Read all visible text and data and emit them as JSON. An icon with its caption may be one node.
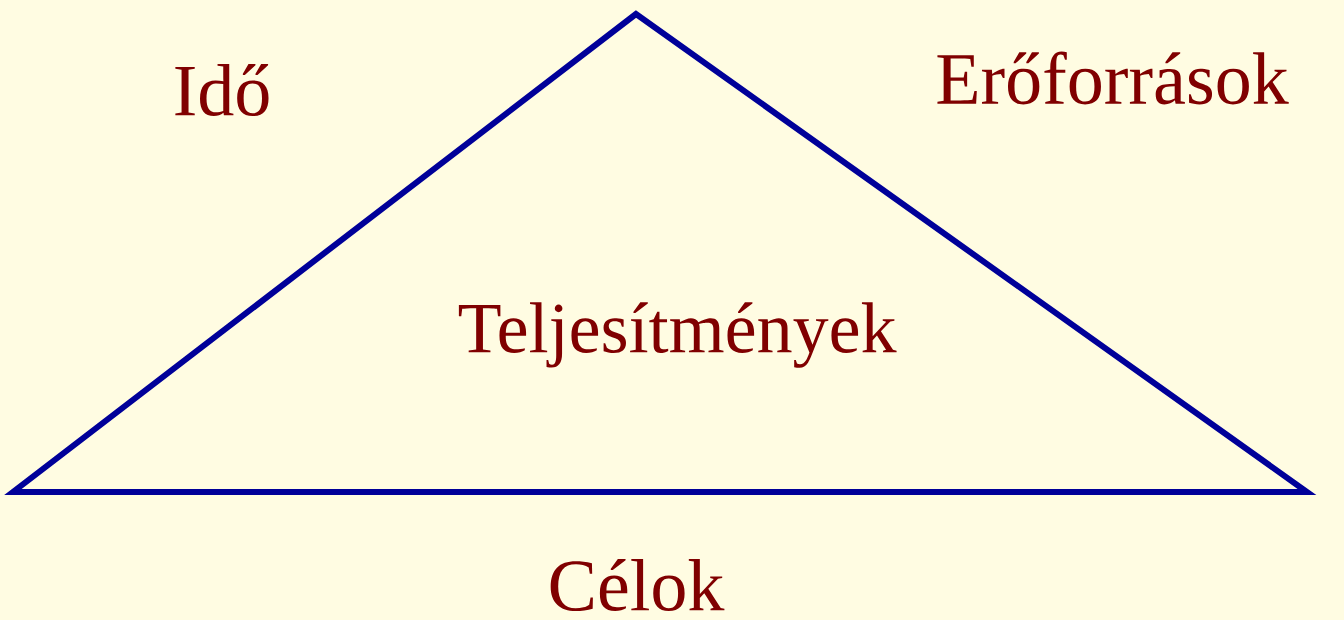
{
  "diagram": {
    "nodes": [
      {
        "text": [
          "Teljesítmények"
        ],
        "beside": [
          "Idő",
          "Erőforrások",
          "Célok"
        ]
      }
    ]
  }
}
